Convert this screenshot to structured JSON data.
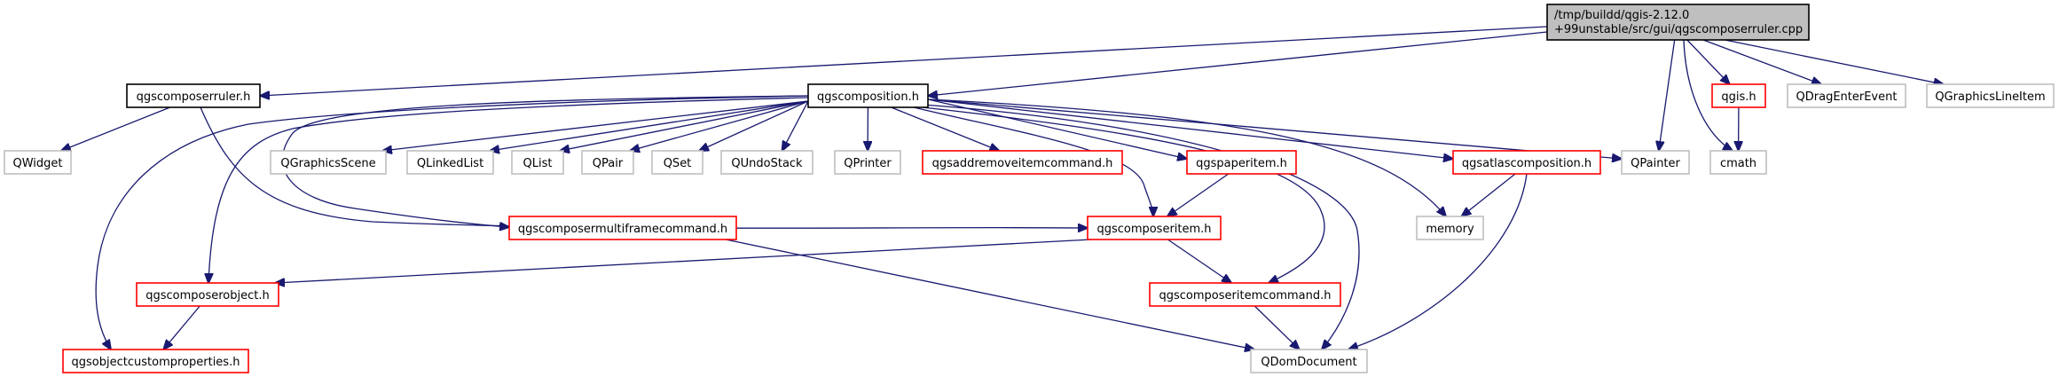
{
  "diagram": {
    "type": "include-dependency-graph",
    "colors": {
      "edge": "#191970",
      "main_fill": "#bfbfbf",
      "documented_border": "#000000",
      "incomplete_border": "#ff0000",
      "external_border": "#bfbfbf"
    },
    "nodes": [
      {
        "id": "main",
        "label": "/tmp/buildd/qgis-2.12.0\n+99unstable/src/gui/qgscomposerruler.cpp",
        "kind": "main"
      },
      {
        "id": "ruler_h",
        "label": "qgscomposerruler.h",
        "kind": "doc"
      },
      {
        "id": "composition_h",
        "label": "qgscomposition.h",
        "kind": "doc"
      },
      {
        "id": "qgis_h",
        "label": "qgis.h",
        "kind": "red"
      },
      {
        "id": "QDragEnterEvent",
        "label": "QDragEnterEvent",
        "kind": "ext"
      },
      {
        "id": "QGraphicsLineItem",
        "label": "QGraphicsLineItem",
        "kind": "ext"
      },
      {
        "id": "QWidget",
        "label": "QWidget",
        "kind": "ext"
      },
      {
        "id": "QGraphicsScene",
        "label": "QGraphicsScene",
        "kind": "ext"
      },
      {
        "id": "QLinkedList",
        "label": "QLinkedList",
        "kind": "ext"
      },
      {
        "id": "QList",
        "label": "QList",
        "kind": "ext"
      },
      {
        "id": "QPair",
        "label": "QPair",
        "kind": "ext"
      },
      {
        "id": "QSet",
        "label": "QSet",
        "kind": "ext"
      },
      {
        "id": "QUndoStack",
        "label": "QUndoStack",
        "kind": "ext"
      },
      {
        "id": "QPrinter",
        "label": "QPrinter",
        "kind": "ext"
      },
      {
        "id": "addremove_h",
        "label": "qgsaddremoveitemcommand.h",
        "kind": "red"
      },
      {
        "id": "paperitem_h",
        "label": "qgspaperitem.h",
        "kind": "red"
      },
      {
        "id": "atlas_h",
        "label": "qgsatlascomposition.h",
        "kind": "red"
      },
      {
        "id": "QPainter",
        "label": "QPainter",
        "kind": "ext"
      },
      {
        "id": "cmath",
        "label": "cmath",
        "kind": "ext"
      },
      {
        "id": "multiframe_h",
        "label": "qgscomposermultiframecommand.h",
        "kind": "red"
      },
      {
        "id": "composeritem_h",
        "label": "qgscomposeritem.h",
        "kind": "red"
      },
      {
        "id": "memory",
        "label": "memory",
        "kind": "ext"
      },
      {
        "id": "composerobject_h",
        "label": "qgscomposerobject.h",
        "kind": "red"
      },
      {
        "id": "itemcommand_h",
        "label": "qgscomposeritemcommand.h",
        "kind": "red"
      },
      {
        "id": "customprops_h",
        "label": "qgsobjectcustomproperties.h",
        "kind": "red"
      },
      {
        "id": "QDomDocument",
        "label": "QDomDocument",
        "kind": "ext"
      }
    ],
    "edges": [
      [
        "main",
        "ruler_h"
      ],
      [
        "main",
        "composition_h"
      ],
      [
        "main",
        "QPainter"
      ],
      [
        "main",
        "cmath"
      ],
      [
        "main",
        "qgis_h"
      ],
      [
        "main",
        "QDragEnterEvent"
      ],
      [
        "main",
        "QGraphicsLineItem"
      ],
      [
        "ruler_h",
        "QWidget"
      ],
      [
        "ruler_h",
        "composeritem_h"
      ],
      [
        "composition_h",
        "QGraphicsScene"
      ],
      [
        "composition_h",
        "QLinkedList"
      ],
      [
        "composition_h",
        "QList"
      ],
      [
        "composition_h",
        "QPair"
      ],
      [
        "composition_h",
        "QSet"
      ],
      [
        "composition_h",
        "QUndoStack"
      ],
      [
        "composition_h",
        "QPrinter"
      ],
      [
        "composition_h",
        "addremove_h"
      ],
      [
        "composition_h",
        "paperitem_h"
      ],
      [
        "composition_h",
        "atlas_h"
      ],
      [
        "composition_h",
        "QPainter"
      ],
      [
        "composition_h",
        "memory"
      ],
      [
        "composition_h",
        "composeritem_h"
      ],
      [
        "composition_h",
        "itemcommand_h"
      ],
      [
        "composition_h",
        "multiframe_h"
      ],
      [
        "composition_h",
        "composerobject_h"
      ],
      [
        "composition_h",
        "customprops_h"
      ],
      [
        "composition_h",
        "QDomDocument"
      ],
      [
        "qgis_h",
        "cmath"
      ],
      [
        "paperitem_h",
        "composeritem_h"
      ],
      [
        "atlas_h",
        "memory"
      ],
      [
        "atlas_h",
        "QDomDocument"
      ],
      [
        "composeritem_h",
        "composerobject_h"
      ],
      [
        "composeritem_h",
        "itemcommand_h"
      ],
      [
        "multiframe_h",
        "QDomDocument"
      ],
      [
        "composerobject_h",
        "customprops_h"
      ],
      [
        "itemcommand_h",
        "QDomDocument"
      ]
    ]
  }
}
